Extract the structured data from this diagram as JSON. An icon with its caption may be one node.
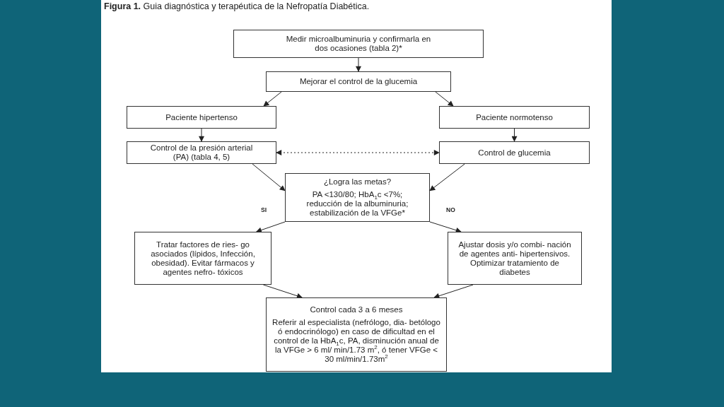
{
  "diagram": {
    "title": "**Figura 1.** Guia diagnóstica y terapéutica de la Nefropatía Diabética.",
    "nodes": [
      {
        "text": [
          "Medir microalbuminuria y confirmarla en dos ocasiones (tabla 2)*"
        ]
      },
      {
        "text": [
          "Mejorar el control de la glucemia"
        ]
      },
      {
        "text": [
          "Paciente hipertenso"
        ]
      },
      {
        "text": [
          "Paciente normotenso"
        ]
      },
      {
        "text": [
          "Control de la presión arterial (PA) (tabla 4, 5)"
        ]
      },
      {
        "text": [
          "Control de glucemia"
        ]
      },
      {
        "text": [
          "¿Logra las metas?",
          "PA <130/80; HbA$_{1}$c  <7%; reducción de la albuminuria; estabilización de la VFGe*"
        ]
      },
      {
        "text": [
          "Tratar factores de ries- go asociados (lípidos, Infección, obesidad). Evitar fármacos y agentes nefro- tóxicos"
        ]
      },
      {
        "text": [
          "Ajustar dosis y/o combi- nación de agentes anti- hipertensivos. Optimizar tratamiento de diabetes"
        ]
      },
      {
        "text": [
          "Control cada 3 a 6 meses",
          "Referir al especialista (nefrólogo, dia- betólogo ó endocrinólogo) en caso de dificultad en el control de la HbA$_{1}$c, PA, disminución anual de la VFGe > 6 ml/ min/1.73 m$^{2}$, ó tener VFGe < 30 ml/min/1.73m$^{2}$"
        ]
      }
    ],
    "edges": [
      {
        "from": 0,
        "to": 1,
        "arrow": "to"
      },
      {
        "from": 1,
        "to": 2,
        "arrow": "to"
      },
      {
        "from": 1,
        "to": 3,
        "arrow": "to"
      },
      {
        "from": 2,
        "to": 4,
        "arrow": "to"
      },
      {
        "from": 3,
        "to": 5,
        "arrow": "to"
      },
      {
        "from": 4,
        "to": 5,
        "arrow": "both",
        "style": "dashed"
      },
      {
        "from": 4,
        "to": 6,
        "arrow": "to"
      },
      {
        "from": 5,
        "to": 6,
        "arrow": "to"
      },
      {
        "from": 6,
        "to": 7,
        "arrow": "to",
        "label": "SI"
      },
      {
        "from": 6,
        "to": 8,
        "arrow": "to",
        "label": "NO"
      },
      {
        "from": 7,
        "to": 9,
        "arrow": "to"
      },
      {
        "from": 8,
        "to": 9,
        "arrow": "to"
      }
    ]
  }
}
